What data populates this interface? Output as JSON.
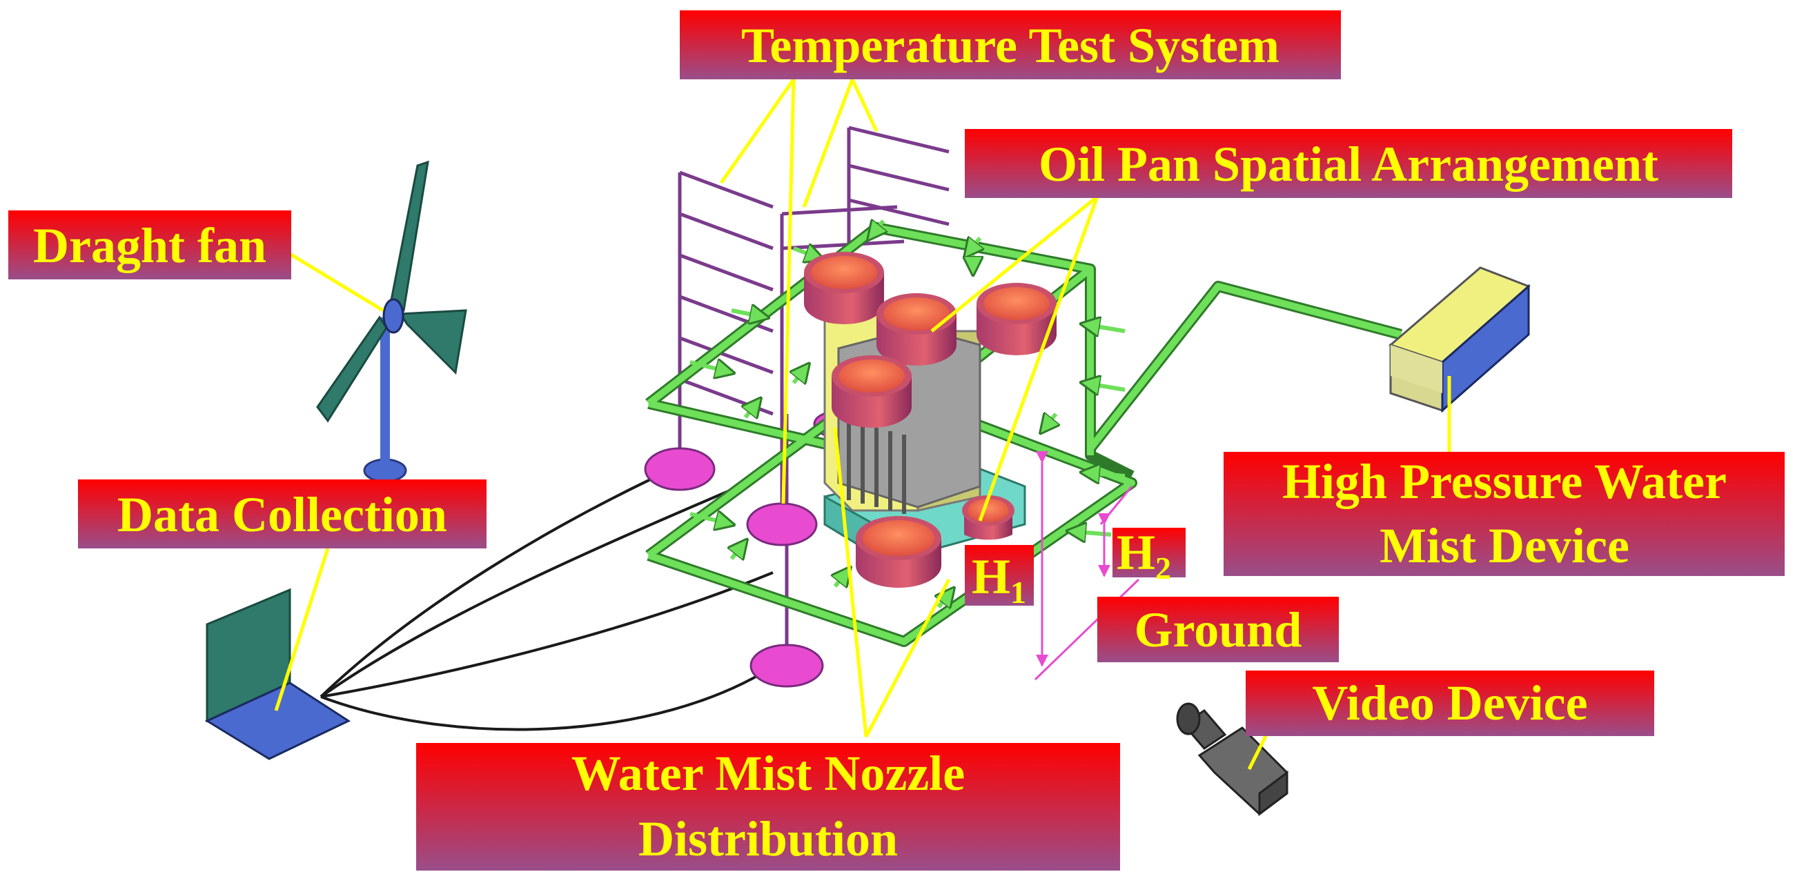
{
  "labels": {
    "temperature_test_system": "Temperature Test System",
    "oil_pan_spatial_arrangement": "Oil Pan Spatial Arrangement",
    "draght_fan": "Draght fan",
    "data_collection": "Data Collection",
    "high_pressure_line1": "High Pressure Water",
    "high_pressure_line2": "Mist Device",
    "ground": "Ground",
    "video_device": "Video Device",
    "water_mist_line1": "Water Mist Nozzle",
    "water_mist_line2": "Distribution",
    "h1_letter": "H",
    "h1_sub": "1",
    "h2_letter": "H",
    "h2_sub": "2"
  },
  "colors": {
    "label_text": "#ffff00",
    "label_gradient_top": "#ff0000",
    "label_gradient_bottom": "#9a4e8a",
    "leader_line": "#ffff00",
    "pipe": "#6ee05a",
    "pipe_edge": "#2f7a2a",
    "rack": "#7a3b8c",
    "thermocouple_base": "#e84bd0",
    "oil_pan_rim": "#c8506a",
    "oil_pan_inner": "#ff7a50",
    "fan_blade": "#2f7a6a",
    "fan_hub": "#4b6ad0",
    "laptop_screen": "#2f7a6a",
    "laptop_base": "#4b6ad0",
    "pump_top": "#e8e88a",
    "pump_side": "#4b6ad0",
    "camera": "#6a6a6a",
    "dimension": "#e84bd0",
    "cable": "#1a1a1a"
  },
  "icons": [
    "draught-fan-icon",
    "laptop-icon",
    "pump-box-icon",
    "video-camera-icon"
  ]
}
